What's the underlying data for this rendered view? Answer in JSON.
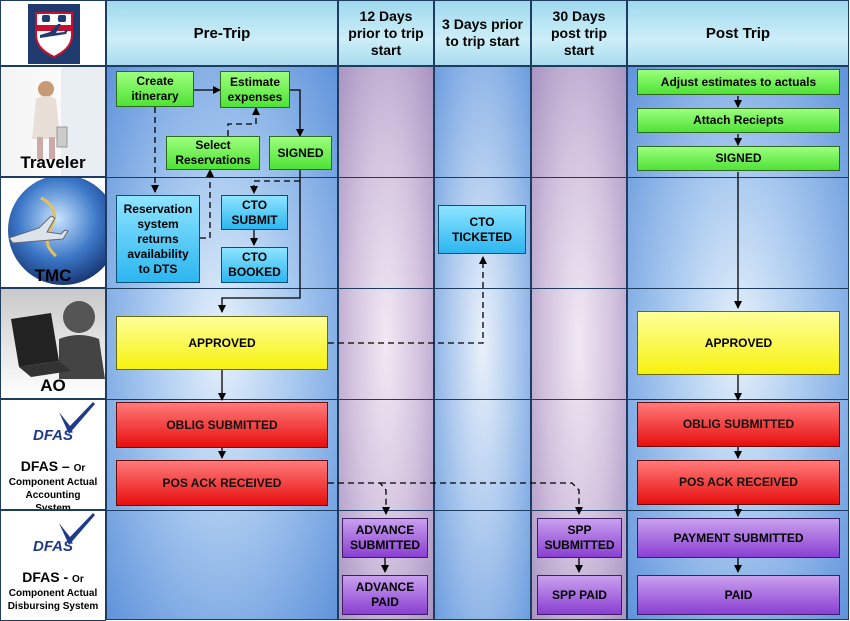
{
  "headers": {
    "pre_trip": "Pre-Trip",
    "days12": "12 Days prior to trip start",
    "days3": "3 Days prior to trip start",
    "days30": "30 Days post trip start",
    "post_trip": "Post Trip"
  },
  "roles": {
    "traveler": "Traveler",
    "tmc": "TMC",
    "ao": "AO",
    "dfas_accounting_title": "DFAS –",
    "dfas_accounting_or": "Or",
    "dfas_accounting_sub": "Component Actual Accounting System",
    "dfas_disbursing_title": "DFAS -",
    "dfas_disbursing_or": "Or",
    "dfas_disbursing_sub": "Component Actual Disbursing System",
    "dfas_logo_text": "DFAS"
  },
  "boxes": {
    "create_itinerary": "Create itinerary",
    "estimate_expenses": "Estimate expenses",
    "select_reservations": "Select Reservations",
    "signed_pre": "SIGNED",
    "reservation_system": "Reservation system returns availability to DTS",
    "cto_submit": "CTO SUBMIT",
    "cto_booked": "CTO BOOKED",
    "cto_ticketed": "CTO TICKETED",
    "approved_pre": "APPROVED",
    "oblig_submitted_pre": "OBLIG SUBMITTED",
    "pos_ack_pre": "POS ACK RECEIVED",
    "advance_submitted": "ADVANCE SUBMITTED",
    "advance_paid": "ADVANCE PAID",
    "spp_submitted": "SPP SUBMITTED",
    "spp_paid": "SPP PAID",
    "adjust_estimates": "Adjust estimates to actuals",
    "attach_receipts": "Attach Reciepts",
    "signed_post": "SIGNED",
    "approved_post": "APPROVED",
    "oblig_submitted_post": "OBLIG SUBMITTED",
    "pos_ack_post": "POS ACK RECEIVED",
    "payment_submitted": "PAYMENT SUBMITTED",
    "paid": "PAID"
  },
  "colors": {
    "green": "#4fe237",
    "cyan": "#2cb6f0",
    "yellow": "#f6f20d",
    "red": "#e80e0e",
    "violet": "#8a3fd2",
    "border": "#1e3b60"
  }
}
